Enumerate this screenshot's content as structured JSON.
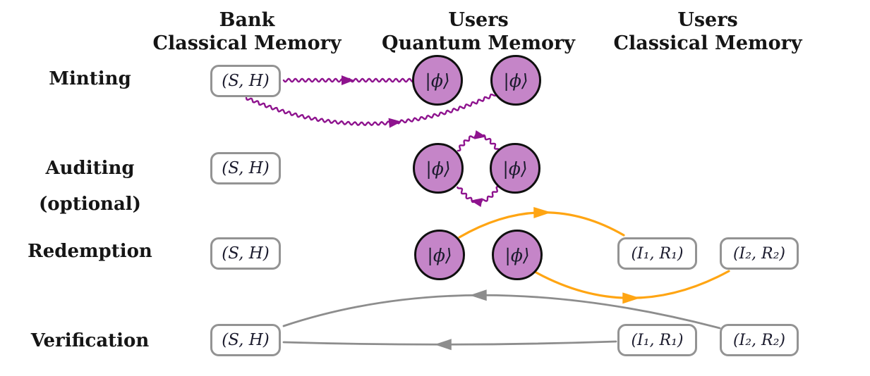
{
  "figure": {
    "description": "Quantum money protocol phases across bank and user memories"
  },
  "colors": {
    "text": "#151515",
    "math": "#1b1b2d",
    "box_border": "#939393",
    "circle_fill": "#c585c8",
    "circle_stroke": "#101010",
    "purple_arrow": "#8e138e",
    "orange_arrow": "#ffa513",
    "gray_arrow": "#8d8d8d"
  },
  "columns": [
    {
      "line1": "Bank",
      "line2": "Classical Memory"
    },
    {
      "line1": "Users",
      "line2": "Quantum Memory"
    },
    {
      "line1": "Users",
      "line2": "Classical Memory"
    }
  ],
  "rows": [
    {
      "label": "Minting"
    },
    {
      "label": "Auditing",
      "sublabel": "(optional)"
    },
    {
      "label": "Redemption"
    },
    {
      "label": "Verification"
    }
  ],
  "tokens": {
    "bank_record": "(S, H)",
    "quantum_state": "|ϕ⟩",
    "user_record_1": "(I₁, R₁)",
    "user_record_2": "(I₂, R₂)"
  }
}
